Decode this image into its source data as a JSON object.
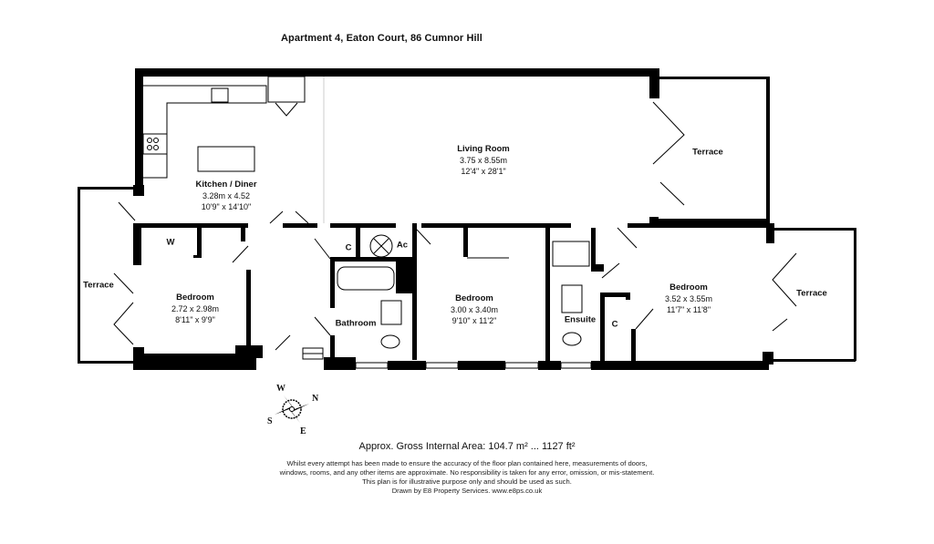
{
  "title": "Apartment 4, Eaton Court, 86 Cumnor Hill",
  "rooms": {
    "kitchen": {
      "name": "Kitchen / Diner",
      "metric": "3.28m x 4.52",
      "imperial": "10'9\" x 14'10\""
    },
    "living": {
      "name": "Living Room",
      "metric": "3.75 x 8.55m",
      "imperial": "12'4\" x 28'1\""
    },
    "bedroom1": {
      "name": "Bedroom",
      "metric": "2.72 x 2.98m",
      "imperial": "8'11\" x 9'9\""
    },
    "bedroom2": {
      "name": "Bedroom",
      "metric": "3.00 x 3.40m",
      "imperial": "9'10\" x 11'2\""
    },
    "bedroom3": {
      "name": "Bedroom",
      "metric": "3.52 x 3.55m",
      "imperial": "11'7\" x 11'8\""
    },
    "bathroom": {
      "name": "Bathroom"
    },
    "ensuite": {
      "name": "Ensuite"
    },
    "terrace_left": {
      "name": "Terrace"
    },
    "terrace_top_right": {
      "name": "Terrace"
    },
    "terrace_right": {
      "name": "Terrace"
    },
    "wardrobe": {
      "name": "W"
    },
    "cupboard1": {
      "name": "C"
    },
    "cupboard2": {
      "name": "C"
    },
    "airing_cupboard": {
      "name": "Ac"
    }
  },
  "compass": {
    "n": "N",
    "s": "S",
    "e": "E",
    "w": "W"
  },
  "area": "Approx. Gross Internal Area: 104.7 m² ... 1127 ft²",
  "disclaimer": {
    "line1": "Whilst every attempt has been made to ensure the accuracy of the floor plan contained here, measurements of doors,",
    "line2": "windows, rooms, and any other items are approximate. No responsibility is taken for any error, omission, or mis-statement.",
    "line3": "This plan is for illustrative purpose only and should be used as such.",
    "line4": "Drawn by E8 Property Services. www.e8ps.co.uk"
  }
}
